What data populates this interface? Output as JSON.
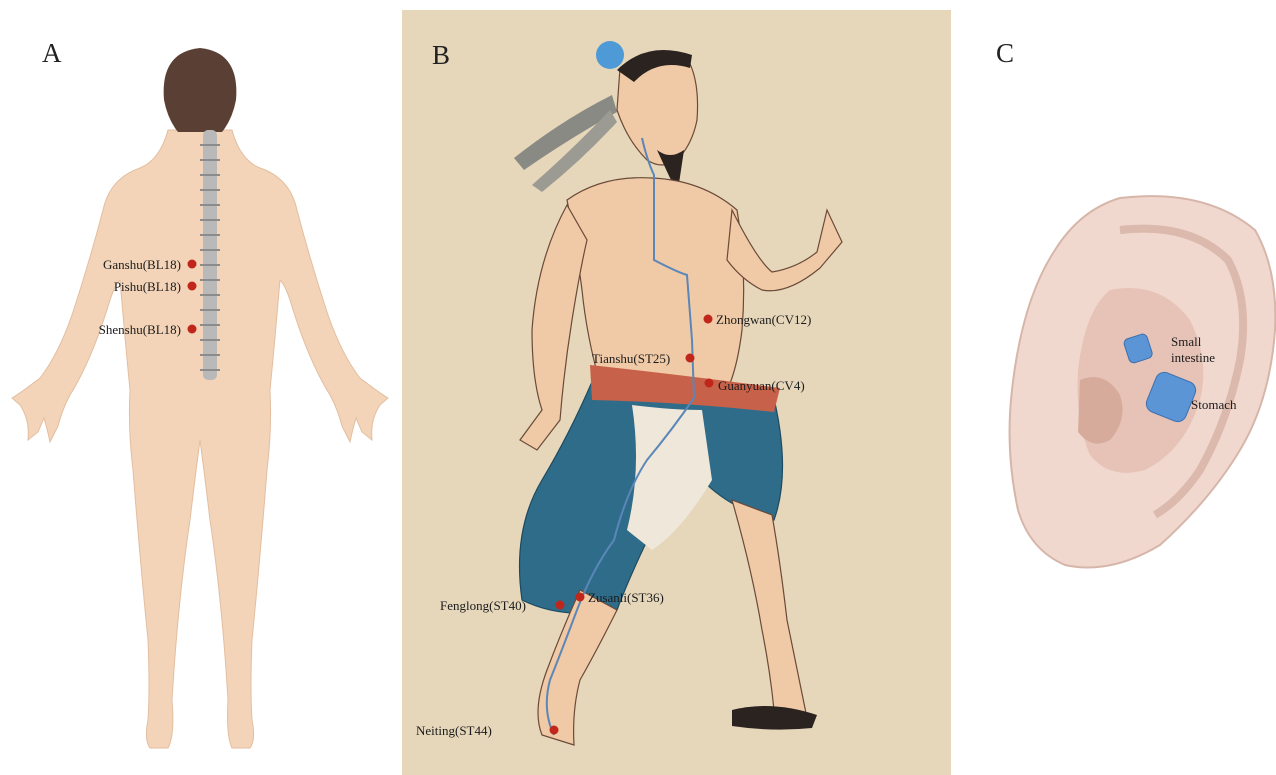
{
  "panels": {
    "a": {
      "letter": "A",
      "points": [
        {
          "label": "Ganshu(BL18)"
        },
        {
          "label": "Pishu(BL18)"
        },
        {
          "label": "Shenshu(BL18)"
        }
      ]
    },
    "b": {
      "letter": "B",
      "points": [
        {
          "label": "Zhongwan(CV12)"
        },
        {
          "label": "Tianshu(ST25)"
        },
        {
          "label": "Guanyuan(CV4)"
        },
        {
          "label": "Zusanli(ST36)"
        },
        {
          "label": "Fenglong(ST40)"
        },
        {
          "label": "Neiting(ST44)"
        }
      ]
    },
    "c": {
      "letter": "C",
      "regions": [
        {
          "label": "Small\nintestine"
        },
        {
          "label": "Stomach"
        }
      ]
    }
  },
  "colors": {
    "skin": "#f3d4b8",
    "point_red": "#c0271a",
    "meridian_blue": "#5b87b8",
    "paper": "#e6d7bb",
    "ear": "#f1d8cf",
    "ear_region_blue": "#5b95d6"
  }
}
